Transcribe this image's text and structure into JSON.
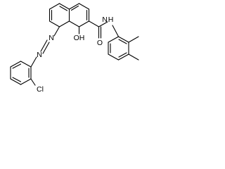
{
  "molecule": {
    "labels": {
      "azo_n_upper": "N",
      "azo_n_lower": "N",
      "hydroxyl": "OH",
      "amide_nh": "N",
      "amide_h": "H",
      "carbonyl_o": "O",
      "chloro": "Cl"
    }
  }
}
